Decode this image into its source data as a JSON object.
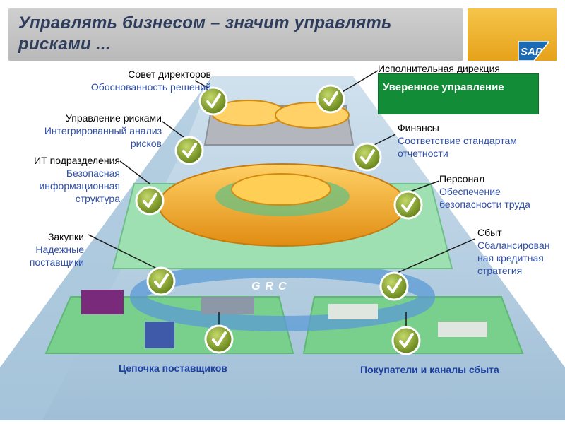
{
  "title": "Управлять бизнесом – значит управлять рисками ...",
  "logo": {
    "text": "SAP",
    "bg_color": "#f5c54a"
  },
  "executive": {
    "title": "Исполнительная дирекция",
    "box_text": "Уверенное управление",
    "box_color": "#138c38"
  },
  "labels": {
    "board": {
      "title": "Совет директоров",
      "subtitle": "Обоснованность решений"
    },
    "risk": {
      "title": "Управление рисками",
      "subtitle_l1": "Интегрированный анализ",
      "subtitle_l2": "рисков"
    },
    "it": {
      "title": "ИТ подразделения",
      "subtitle_l1": "Безопасная",
      "subtitle_l2": "информационная",
      "subtitle_l3": "структура"
    },
    "purchase": {
      "title": "Закупки",
      "subtitle_l1": "Надежные",
      "subtitle_l2": "поставщики"
    },
    "finance": {
      "title": "Финансы",
      "subtitle_l1": "Соответствие стандартам",
      "subtitle_l2": "отчетности"
    },
    "staff": {
      "title": "Персонал",
      "subtitle_l1": "Обеспечение",
      "subtitle_l2": "безопасности труда"
    },
    "sales": {
      "title": "Сбыт",
      "subtitle_l1": "Сбалансирован",
      "subtitle_l2": "ная кредитная",
      "subtitle_l3": "стратегия"
    }
  },
  "center_label": "GRC",
  "bottom": {
    "supply_chain": "Цепочка поставщиков",
    "customers": "Покупатели и каналы сбыта"
  },
  "colors": {
    "text_blue": "#2f4ea6",
    "badge_green": "#7a9a1e",
    "ring_orange": "#f2a81e",
    "platform_green": "#8fd6a4"
  },
  "icons": [
    "check-badge-icon",
    "sap-logo"
  ]
}
